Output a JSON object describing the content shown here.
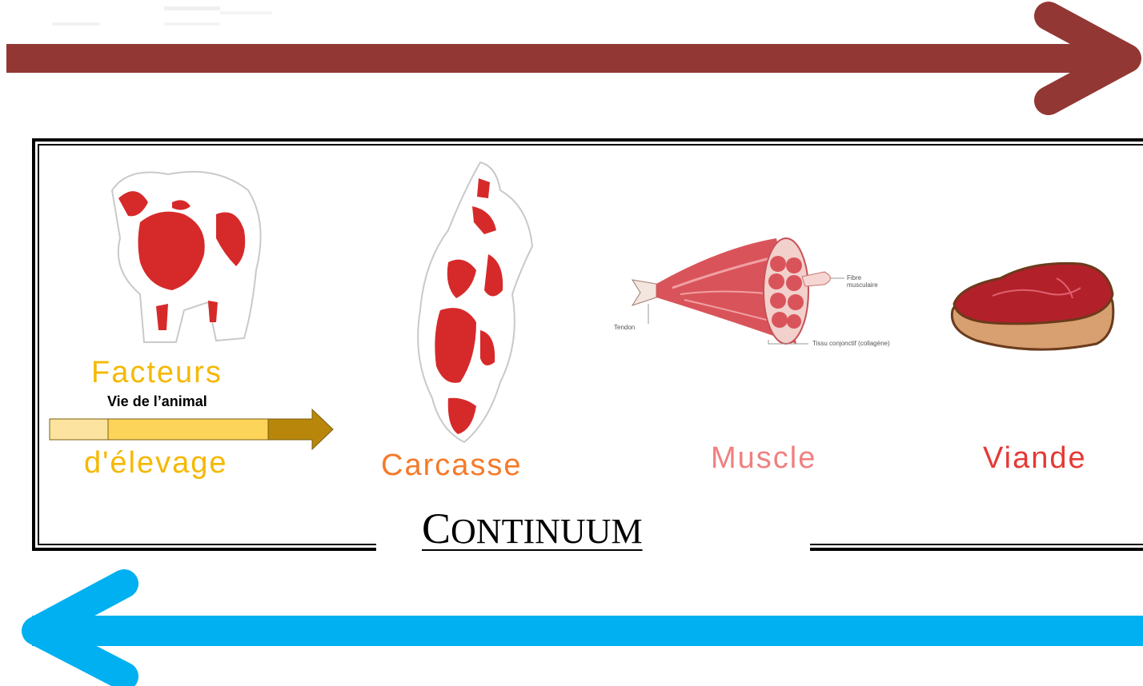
{
  "diagram": {
    "title_initial": "C",
    "title_rest": "ONTINUUM",
    "stages": {
      "facteurs_line1": "Facteurs",
      "facteurs_line2": "d'élevage",
      "carcasse": "Carcasse",
      "muscle": "Muscle",
      "viande": "Viande"
    },
    "timeline_label": "Vie de l’animal",
    "muscle_annotations": {
      "tendon": "Tendon",
      "fibre_line1": "Fibre",
      "fibre_line2": "musculaire",
      "tissu": "Tissu conjonctif (collagène)"
    }
  },
  "colors": {
    "top_arrow": "#923734",
    "bottom_arrow": "#00b0f0",
    "facteurs": "#f5b800",
    "carcasse": "#f47a2a",
    "muscle": "#f08080",
    "viande": "#e53935",
    "meat_red": "#d62a2a"
  }
}
